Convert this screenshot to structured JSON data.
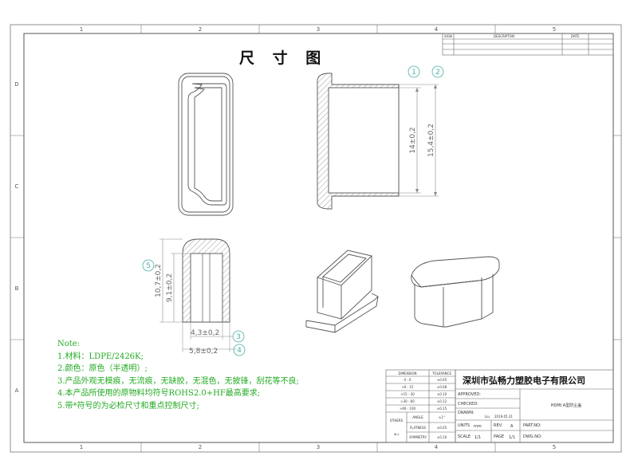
{
  "title": "尺 寸 图",
  "zones": {
    "columns": [
      "1",
      "2",
      "3",
      "4",
      "5"
    ],
    "rows": [
      "D",
      "C",
      "B",
      "A"
    ]
  },
  "revision_block": {
    "sign": "SIGN",
    "description": "DESCRIPTON",
    "date": "DATE"
  },
  "balloons": [
    "1",
    "2",
    "3",
    "4",
    "5"
  ],
  "dimensions": {
    "d1": "14±0,2",
    "d2": "15,4±0,2",
    "d3": "4,3±0,2",
    "d4": "5,8±0,2",
    "d5": "10,7±0,2",
    "d6": "9,1±0,2"
  },
  "notes": {
    "heading": "Note:",
    "lines": [
      "1.材料：LDPE/2426K;",
      "2.颜色：原色（半透明）;",
      "3.产品外观无模痕，无流痕，无缺胶，无混色，无披锋，刮花等不良;",
      "4.本产品所使用的原物料均符号ROHS2.0+HF最高要求;",
      "5.带*符号的为必检尺寸和重点控制尺寸;"
    ]
  },
  "tolerance_table": {
    "dimension_header": "DIMENSION",
    "tolerance_header": "TOLERANCE",
    "rows": [
      [
        "0 - 6",
        "±0.05"
      ],
      [
        ">6 - 15",
        "±0.08"
      ],
      [
        ">15 - 30",
        "±0.10"
      ],
      [
        ">30 - 60",
        "±0.12"
      ],
      [
        ">60 - 100",
        "±0.15"
      ]
    ],
    "others": "OTHERS",
    "angle": "ANGLE",
    "angle_val": "±1°",
    "flatness": "FLATNESS",
    "flatness_val": "±0.05",
    "symmetry": "SYMMETRY",
    "symmetry_val": "±0.10",
    "projection_symbol": "⊕◁"
  },
  "title_block": {
    "company": "深圳市弘畅力塑胶电子有限公司",
    "approved": "APPROVED:",
    "checked": "CHECKED:",
    "drawn": "DRAWN:",
    "drawn_name": "Liu",
    "drawn_date": "2019.05.21",
    "part_name": "HDMI A型防尘盖",
    "units_label": "UNITS",
    "units": "mm",
    "rev_label": "REV.",
    "rev": "A",
    "part_no": "PART.NO:",
    "scale_label": "SCALE",
    "scale": "1/1",
    "page_label": "PAGE",
    "page": "1/1",
    "dwg_no": "DWG.NO:"
  },
  "colors": {
    "notes": "#22aa22",
    "balloon": "#4ab0a8",
    "line": "#555555",
    "hatch": "#888888"
  }
}
